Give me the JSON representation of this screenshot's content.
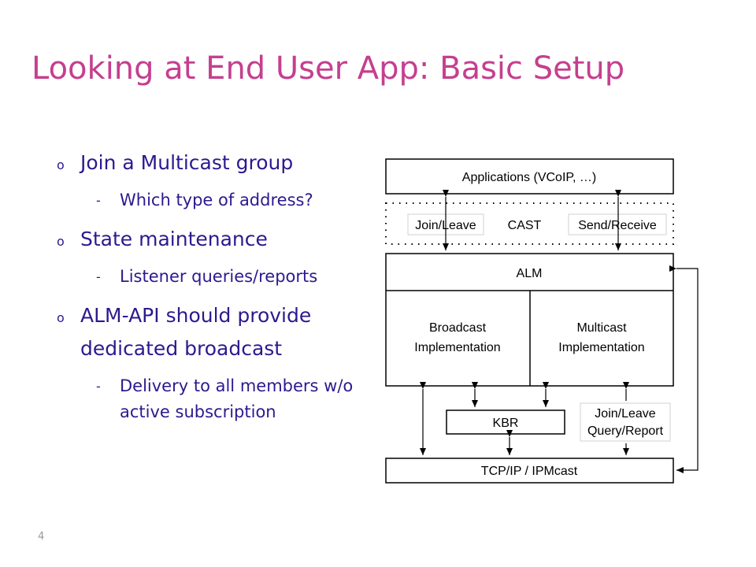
{
  "title": "Looking at End User App: Basic Setup",
  "bullets": [
    {
      "text": "Join a Multicast group",
      "subs": [
        "Which type of address?"
      ]
    },
    {
      "text": "State maintenance",
      "subs": [
        "Listener queries/reports"
      ]
    },
    {
      "text": "ALM-API should provide dedicated broadcast",
      "subs": [
        "Delivery to all members w/o active subscription"
      ]
    }
  ],
  "bullet_marker": "o",
  "sub_marker": "-",
  "slide_number": "4",
  "diagram": {
    "applications": "Applications (VCoIP, …)",
    "join_leave": "Join/Leave",
    "cast": "CAST",
    "send_receive": "Send/Receive",
    "alm": "ALM",
    "broadcast_line1": "Broadcast",
    "broadcast_line2": "Implementation",
    "multicast_line1": "Multicast",
    "multicast_line2": "Implementation",
    "kbr": "KBR",
    "join_leave_2": "Join/Leave",
    "query_report": "Query/Report",
    "tcpip": "TCP/IP / IPMcast"
  },
  "colors": {
    "title": "#c53f8f",
    "bullet_text": "#2b1a8f"
  }
}
